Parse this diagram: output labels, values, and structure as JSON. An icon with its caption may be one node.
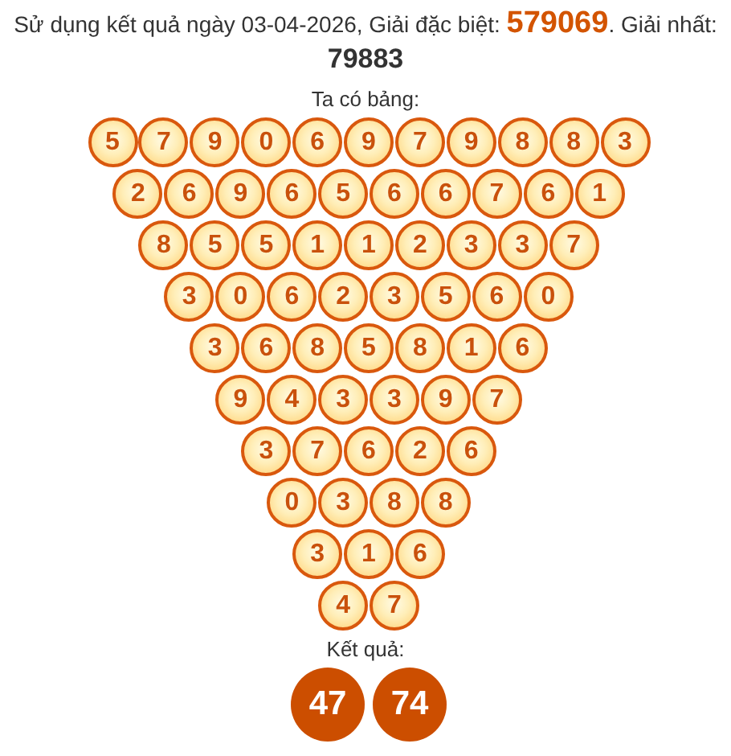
{
  "diagram": {
    "title": "Sử dụng kết quả ngày 03-04-2026, Giải đặc biệt: **579069**. Giải nhất: **79883**",
    "nodes": [
      {
        "text": [
          "5"
        ]
      },
      {
        "text": [
          "7"
        ]
      },
      {
        "text": [
          "9"
        ]
      },
      {
        "text": [
          "0"
        ]
      },
      {
        "text": [
          "6"
        ]
      },
      {
        "text": [
          "9"
        ]
      },
      {
        "text": [
          "7"
        ]
      },
      {
        "text": [
          "9"
        ]
      },
      {
        "text": [
          "8"
        ]
      },
      {
        "text": [
          "8"
        ]
      },
      {
        "text": [
          "3"
        ]
      },
      {
        "text": [
          "2"
        ]
      },
      {
        "text": [
          "6"
        ]
      },
      {
        "text": [
          "9"
        ]
      },
      {
        "text": [
          "6"
        ]
      },
      {
        "text": [
          "5"
        ]
      },
      {
        "text": [
          "6"
        ]
      },
      {
        "text": [
          "6"
        ]
      },
      {
        "text": [
          "7"
        ]
      },
      {
        "text": [
          "6"
        ]
      },
      {
        "text": [
          "1"
        ]
      },
      {
        "text": [
          "8"
        ]
      },
      {
        "text": [
          "5"
        ]
      },
      {
        "text": [
          "5"
        ]
      },
      {
        "text": [
          "1"
        ]
      },
      {
        "text": [
          "1"
        ]
      },
      {
        "text": [
          "2"
        ]
      },
      {
        "text": [
          "3"
        ]
      },
      {
        "text": [
          "3"
        ]
      },
      {
        "text": [
          "7"
        ]
      },
      {
        "text": [
          "3"
        ]
      },
      {
        "text": [
          "0"
        ]
      },
      {
        "text": [
          "6"
        ]
      },
      {
        "text": [
          "2"
        ]
      },
      {
        "text": [
          "3"
        ]
      },
      {
        "text": [
          "5"
        ]
      },
      {
        "text": [
          "6"
        ]
      },
      {
        "text": [
          "0"
        ]
      },
      {
        "text": [
          "3"
        ]
      },
      {
        "text": [
          "6"
        ]
      },
      {
        "text": [
          "8"
        ]
      },
      {
        "text": [
          "5"
        ]
      },
      {
        "text": [
          "8"
        ]
      },
      {
        "text": [
          "1"
        ]
      },
      {
        "text": [
          "6"
        ]
      },
      {
        "text": [
          "9"
        ]
      },
      {
        "text": [
          "4"
        ]
      },
      {
        "text": [
          "3"
        ]
      },
      {
        "text": [
          "3"
        ]
      },
      {
        "text": [
          "9"
        ]
      },
      {
        "text": [
          "7"
        ]
      },
      {
        "text": [
          "3"
        ]
      },
      {
        "text": [
          "7"
        ]
      },
      {
        "text": [
          "6"
        ]
      },
      {
        "text": [
          "2"
        ]
      },
      {
        "text": [
          "6"
        ]
      },
      {
        "text": [
          "0"
        ]
      },
      {
        "text": [
          "3"
        ]
      },
      {
        "text": [
          "8"
        ]
      },
      {
        "text": [
          "8"
        ]
      },
      {
        "text": [
          "3"
        ]
      },
      {
        "text": [
          "1"
        ]
      },
      {
        "text": [
          "6"
        ]
      },
      {
        "text": [
          "4"
        ]
      },
      {
        "text": [
          "7"
        ]
      },
      {
        "text": [
          "47"
        ]
      },
      {
        "text": [
          "74"
        ]
      }
    ],
    "labels": [
      "Ta có bảng:",
      "Kết quả:"
    ]
  }
}
